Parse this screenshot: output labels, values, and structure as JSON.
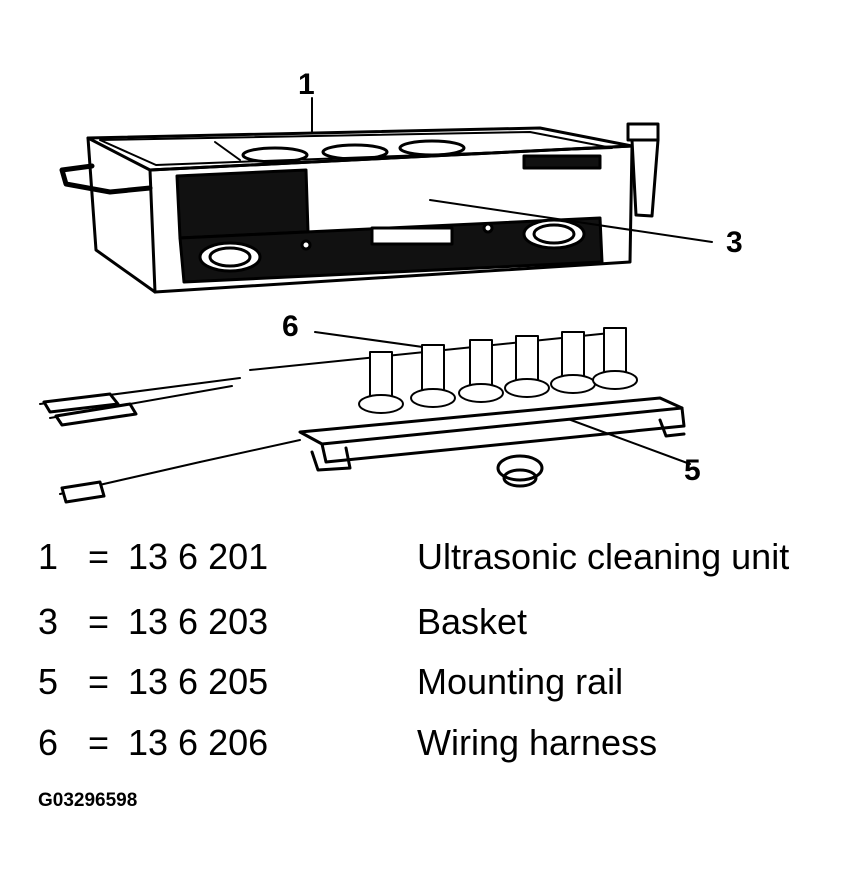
{
  "callouts": [
    "1",
    "3",
    "5",
    "6"
  ],
  "legend": [
    {
      "num": "1",
      "eq": "=",
      "part": "13 6 201",
      "desc": "Ultrasonic cleaning unit"
    },
    {
      "num": "3",
      "eq": "=",
      "part": "13 6 203",
      "desc": "Basket"
    },
    {
      "num": "5",
      "eq": "=",
      "part": "13 6 205",
      "desc": "Mounting rail"
    },
    {
      "num": "6",
      "eq": "=",
      "part": "13 6 206",
      "desc": "Wiring harness"
    }
  ],
  "figure_id": "G03296598"
}
